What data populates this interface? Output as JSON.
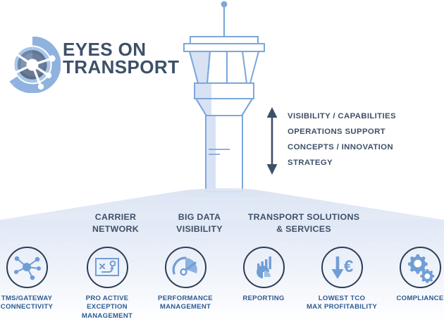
{
  "brand": {
    "name_line1": "EYES ON",
    "name_line2": "TRANSPORT",
    "logo_icon": "radar-network-icon",
    "text_color": "#3e5068",
    "accent_color": "#7ba7db"
  },
  "illustration": {
    "tower_icon": "air-traffic-control-tower-icon",
    "beam_color": "#e8edf7",
    "outline_color": "#7ba7db"
  },
  "capabilities": {
    "arrow_icon": "double-headed-vertical-arrow-icon",
    "items": [
      "VISIBILITY / CAPABILITIES",
      "OPERATIONS  SUPPORT",
      "CONCEPTS / INNOVATION",
      "STRATEGY"
    ]
  },
  "sections": [
    {
      "line1": "CARRIER",
      "line2": "NETWORK"
    },
    {
      "line1": "BIG DATA",
      "line2": "VISIBILITY"
    },
    {
      "line1": "TRANSPORT SOLUTIONS",
      "line2": "& SERVICES"
    }
  ],
  "services": [
    {
      "icon": "network-nodes-icon",
      "line1": "TMS/GATEWAY",
      "line2": "CONNECTIVITY",
      "line3": ""
    },
    {
      "icon": "route-exception-icon",
      "line1": "PRO ACTIVE",
      "line2": "EXCEPTION",
      "line3": "MANAGEMENT"
    },
    {
      "icon": "speed-gauge-icon",
      "line1": "PERFORMANCE",
      "line2": "MANAGEMENT",
      "line3": ""
    },
    {
      "icon": "bar-pie-chart-icon",
      "line1": "REPORTING",
      "line2": "",
      "line3": ""
    },
    {
      "icon": "down-arrow-euro-icon",
      "line1": "LOWEST TCO",
      "line2": "MAX PROFITABILITY",
      "line3": ""
    },
    {
      "icon": "gears-icon",
      "line1": "COMPLIANCE",
      "line2": "",
      "line3": ""
    }
  ]
}
